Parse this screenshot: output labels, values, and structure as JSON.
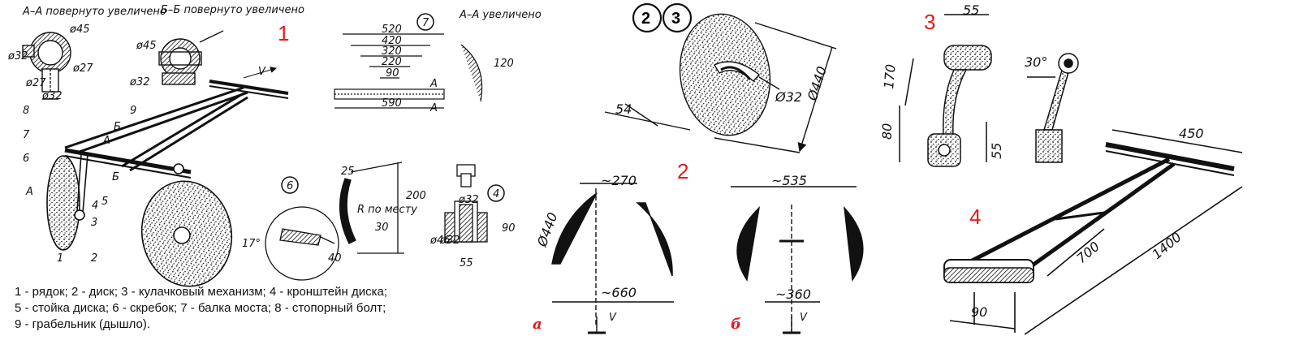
{
  "fig1": {
    "number": "1",
    "section_aa": "А–А повернуто увеличено",
    "section_bb": "Б–Б повернуто увеличено",
    "d45a": "ø45",
    "d32a": "ø32",
    "d27a": "ø27",
    "d27b": "ø27",
    "d32b": "ø32",
    "d45b": "ø45",
    "d32c": "ø32",
    "v": "V",
    "labels": [
      "8",
      "7",
      "6",
      "5",
      "4",
      "3",
      "2",
      "1",
      "9"
    ],
    "letter_b": "Б",
    "letter_a": "А",
    "letter_b2": "Б",
    "letter_a2": "А",
    "beam": {
      "circle": "7",
      "title": "А–А увеличено",
      "dims": [
        "520",
        "420",
        "320",
        "220",
        "90",
        "590"
      ],
      "sec": "А",
      "sec2": "А",
      "angle": "120"
    },
    "scraper": {
      "circle": "6",
      "angle": "17°",
      "d25": "25",
      "d200": "200",
      "along": "R по месту",
      "d30": "30",
      "d40": "40"
    },
    "bracket": {
      "circle": "4",
      "d32": "ø32",
      "d46": "ø46",
      "d32b": "ø32",
      "d90": "90",
      "d55": "55"
    },
    "caption": [
      "1 - рядок; 2 - диск; 3 - кулачковый механизм; 4 - кронштейн диска;",
      "5 - стойка диска; 6 - скребок; 7 - балка моста; 8 - стопорный болт;",
      "9 - грабельник (дышло)."
    ]
  },
  "fig2": {
    "number": "2",
    "circle_a": "2",
    "circle_b": "3",
    "d54": "54",
    "d32": "Ø32",
    "d440": "Ø440",
    "a": {
      "top": "~270",
      "bottom": "~660",
      "dia": "Ø440",
      "v": "V",
      "letter": "а"
    },
    "b": {
      "top": "~535",
      "bottom": "~360",
      "v": "V",
      "letter": "б"
    }
  },
  "fig3": {
    "number": "3",
    "d55top": "55",
    "d170": "170",
    "d80": "80",
    "d55": "55",
    "angle": "30°"
  },
  "fig4": {
    "number": "4",
    "d450": "450",
    "d1400": "1400",
    "d700": "700",
    "d90": "90"
  }
}
